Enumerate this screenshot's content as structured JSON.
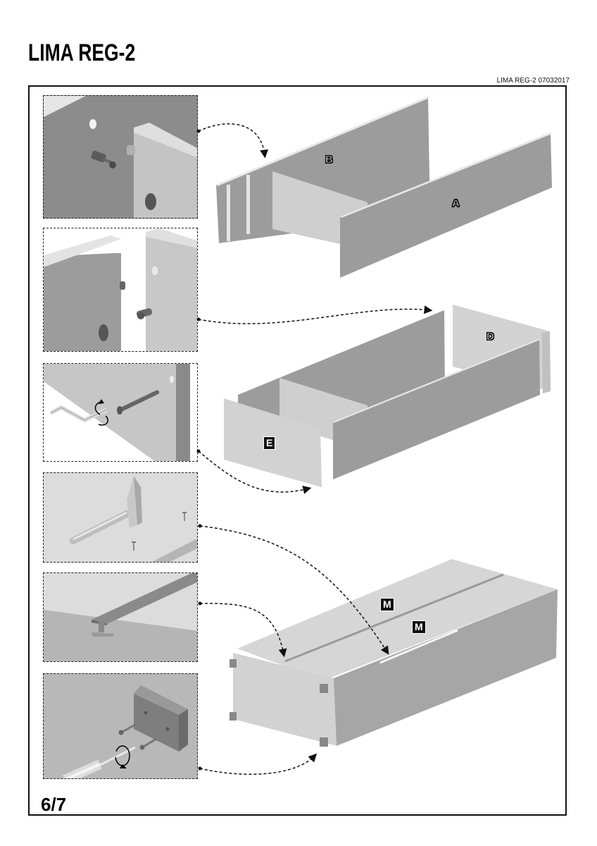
{
  "header": {
    "title": "LIMA REG-2",
    "reference": "LIMA REG-2 07032017"
  },
  "footer": {
    "page_number": "6/7"
  },
  "details": [
    {
      "id": "detail-cam-bolt-insert",
      "depicts": "cam bolt being inserted into panel hole"
    },
    {
      "id": "detail-cam-connector",
      "depicts": "cam connector joining two panels"
    },
    {
      "id": "detail-hex-key-screw",
      "depicts": "confirmat screw tightened with hex key"
    },
    {
      "id": "detail-hammer-nails",
      "depicts": "hammer and nails"
    },
    {
      "id": "detail-h-profile",
      "depicts": "H-profile joining back panels"
    },
    {
      "id": "detail-foot-screws",
      "depicts": "foot block attached with screws and screwdriver"
    }
  ],
  "steps": [
    {
      "id": "step-1",
      "parts": [
        "B",
        "A"
      ]
    },
    {
      "id": "step-2",
      "parts": [
        "D",
        "E"
      ]
    },
    {
      "id": "step-3",
      "parts": [
        "M",
        "M"
      ]
    }
  ],
  "colors": {
    "panel_dark": "#9a9a9a",
    "panel_light": "#cfcfcf",
    "panel_lighter": "#dcdcdc",
    "edge": "#e8e8e8",
    "ink": "#111111"
  }
}
